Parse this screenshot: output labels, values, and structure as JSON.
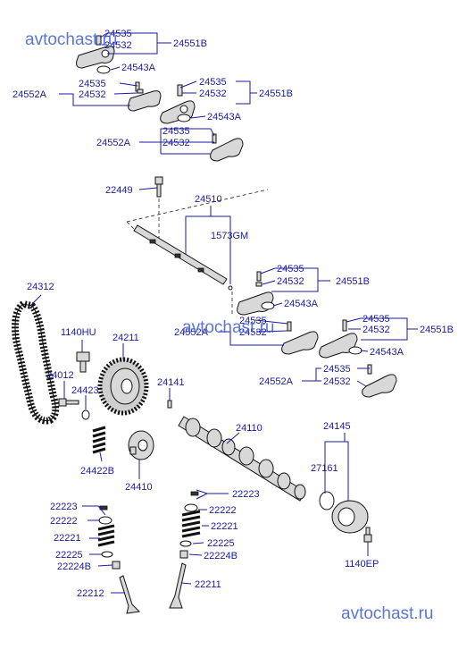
{
  "watermark": "avtochast.ru",
  "labels": {
    "l01": "24535",
    "l02": "24532",
    "l03": "24551B",
    "l04": "24543A",
    "l05": "24552A",
    "l06": "24535",
    "l07": "24532",
    "l08": "24535",
    "l09": "24532",
    "l10": "24551B",
    "l11": "24543A",
    "l12": "24552A",
    "l13": "24535",
    "l14": "24532",
    "l15": "22449",
    "l16": "24510",
    "l17": "1573GM",
    "l18": "24535",
    "l19": "24532",
    "l20": "24551B",
    "l21": "24543A",
    "l22": "24535",
    "l23": "24552A",
    "l24": "24532",
    "l25": "24535",
    "l26": "24532",
    "l27": "24551B",
    "l28": "24543A",
    "l29": "24535",
    "l30": "24552A",
    "l31": "24532",
    "l32": "24312",
    "l33": "1140HU",
    "l34": "24211",
    "l35": "24012",
    "l36": "24423",
    "l37": "24141",
    "l38": "24110",
    "l39": "24145",
    "l40": "27161",
    "l41": "24422B",
    "l42": "24410",
    "l43": "22223",
    "l44": "22222",
    "l45": "22221",
    "l46": "22225",
    "l47": "22224B",
    "l48": "22212",
    "l49": "22223",
    "l50": "22222",
    "l51": "22221",
    "l52": "22225",
    "l53": "22224B",
    "l54": "22211",
    "l55": "1140EP"
  }
}
